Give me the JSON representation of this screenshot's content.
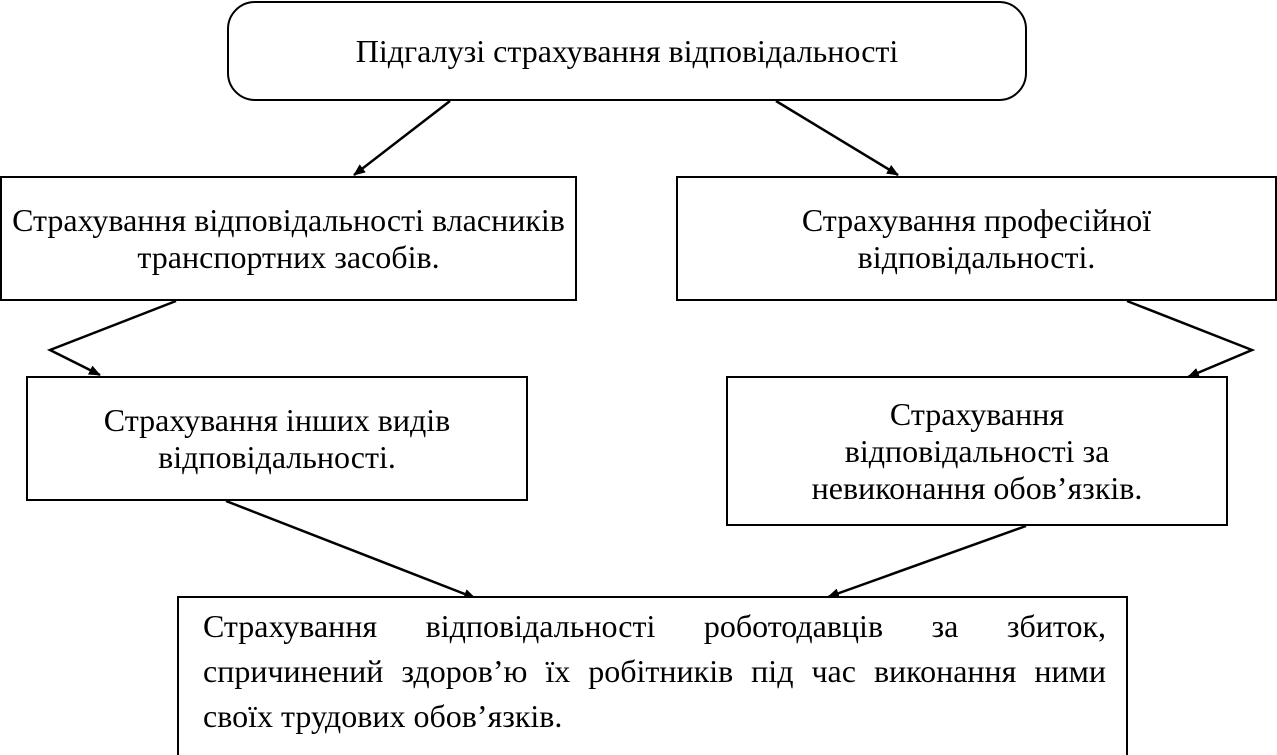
{
  "title": "Підгалузі страхування відповідальності",
  "nodes": {
    "vehicle_owners": "Страхування відповідальності власників транспортних засобів.",
    "professional": "Страхування професійної відповідальності.",
    "other": "Страхування інших видів відповідальності.",
    "non_performance": "Страхування відповідальності за невиконання обов’язків.",
    "employers": "Страхування відповідальності роботодавців за збиток, спричинений здоров’ю їх робітників під час виконання ними своїх трудових обов’язків."
  }
}
